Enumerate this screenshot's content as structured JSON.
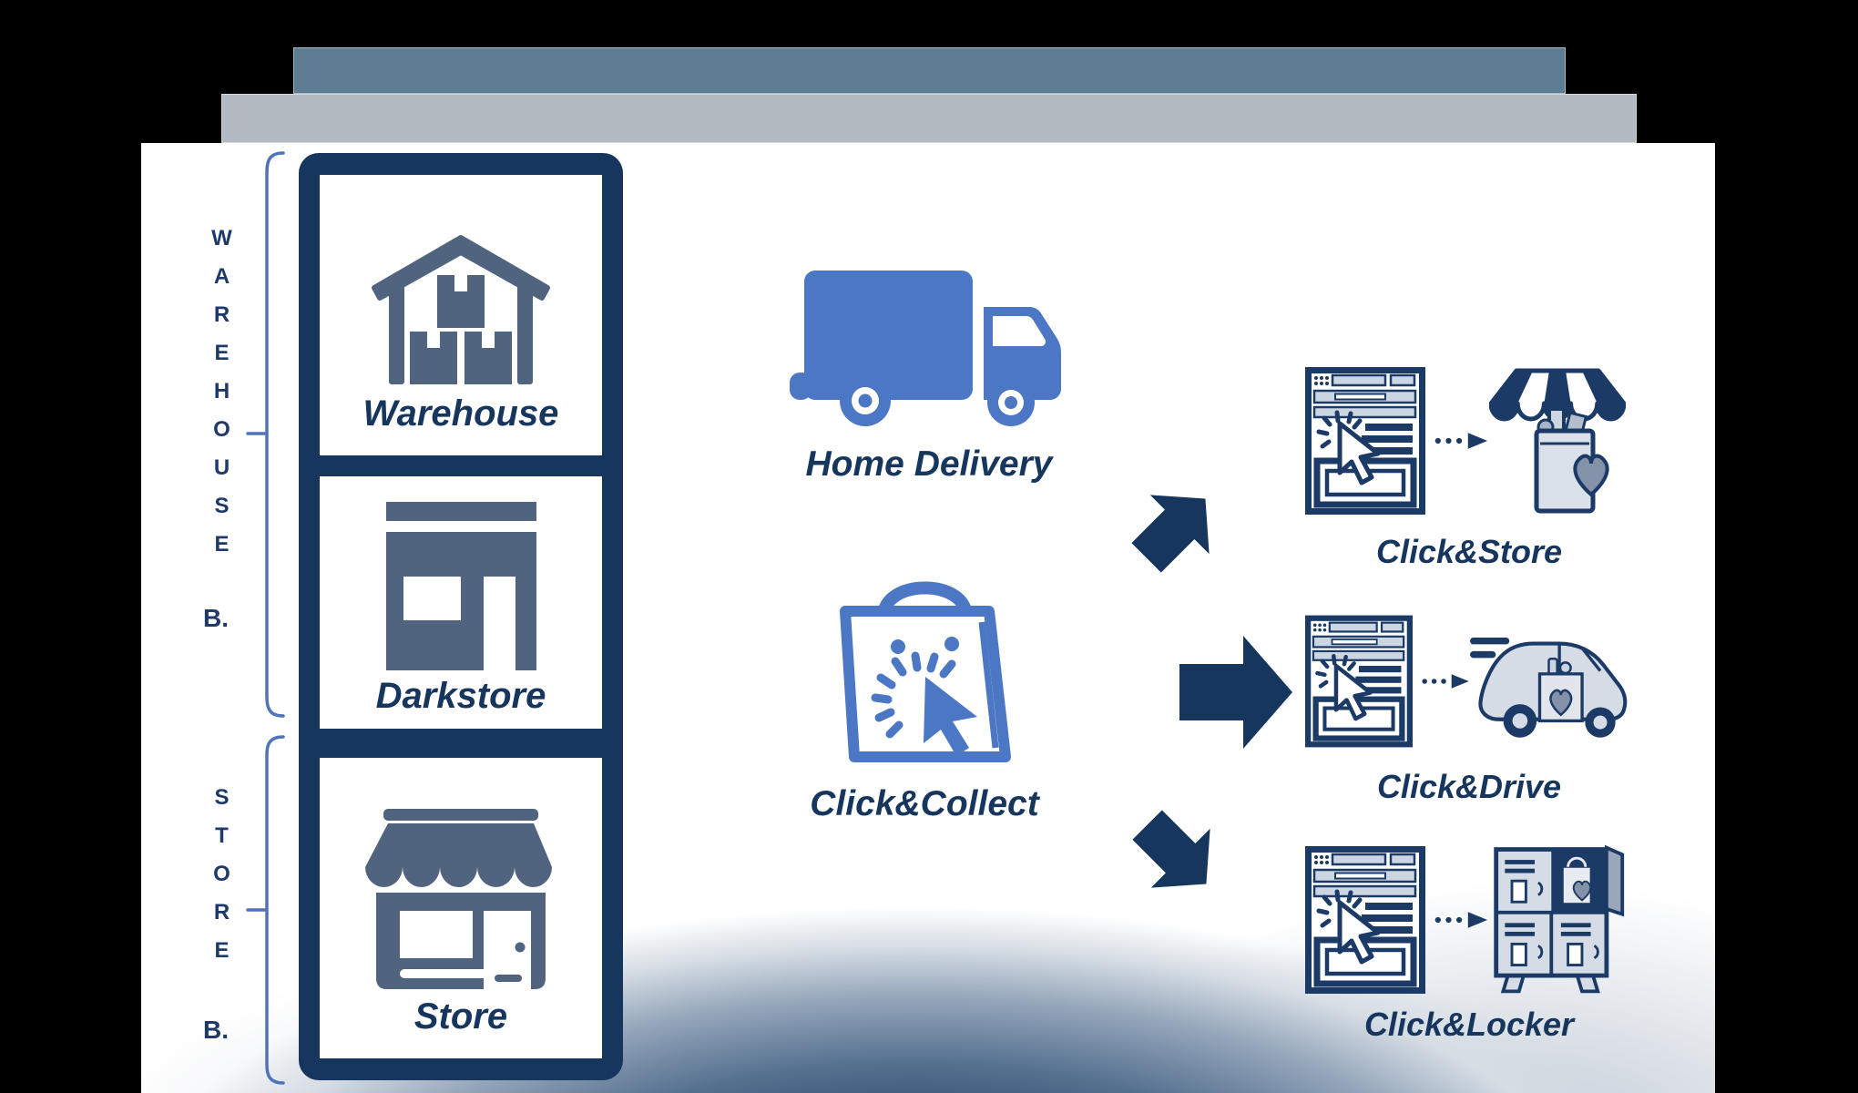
{
  "left_panel": {
    "warehouse_group": {
      "vertical_label": "WAREHOUSE",
      "suffix": "B."
    },
    "store_group": {
      "vertical_label": "STORE",
      "suffix": "B."
    },
    "cells": [
      {
        "label": "Warehouse",
        "icon": "warehouse-icon"
      },
      {
        "label": "Darkstore",
        "icon": "darkstore-icon"
      },
      {
        "label": "Store",
        "icon": "store-icon"
      }
    ]
  },
  "channels": [
    {
      "label": "Home Delivery",
      "icon": "delivery-truck-icon"
    },
    {
      "label": "Click&Collect",
      "icon": "click-bag-icon"
    }
  ],
  "services": [
    {
      "label": "Click&Store",
      "icons": [
        "browser-click-icon",
        "market-stall-icon"
      ]
    },
    {
      "label": "Click&Drive",
      "icons": [
        "browser-click-icon",
        "pickup-car-icon"
      ]
    },
    {
      "label": "Click&Locker",
      "icons": [
        "browser-click-icon",
        "locker-icon"
      ]
    }
  ],
  "colors": {
    "navy": "#17365d",
    "label_navy": "#1f3a68",
    "icon_slate": "#51647f",
    "accent_blue": "#4b77c5",
    "bracket_blue": "#4f74b8",
    "bar_slate": "#5e7d92",
    "bar_gray": "#b2b9c0",
    "light_fill": "#d6dce5",
    "heart_slate": "#8391a9",
    "background": "#000000"
  }
}
